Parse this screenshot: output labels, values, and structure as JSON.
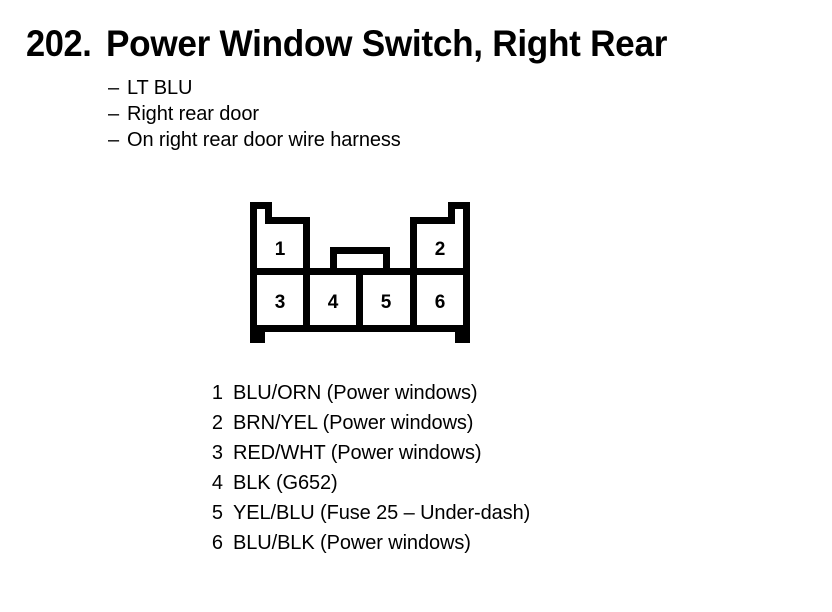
{
  "title": {
    "number": "202.",
    "text": "Power Window Switch, Right Rear"
  },
  "description_items": [
    {
      "dash": "–",
      "text": "LT BLU"
    },
    {
      "dash": "–",
      "text": "Right rear door"
    },
    {
      "dash": "–",
      "text": "On right rear door wire harness"
    }
  ],
  "connector": {
    "top_row_cells": [
      {
        "label": "1"
      },
      {
        "label": "2"
      }
    ],
    "bottom_row_cells": [
      {
        "label": "3"
      },
      {
        "label": "4"
      },
      {
        "label": "5"
      },
      {
        "label": "6"
      }
    ],
    "ink_color": "#000000"
  },
  "pin_legend": [
    {
      "pin": "1",
      "desc": "BLU/ORN (Power windows)"
    },
    {
      "pin": "2",
      "desc": "BRN/YEL (Power windows)"
    },
    {
      "pin": "3",
      "desc": "RED/WHT (Power windows)"
    },
    {
      "pin": "4",
      "desc": "BLK (G652)"
    },
    {
      "pin": "5",
      "desc": "YEL/BLU (Fuse 25 – Under-dash)"
    },
    {
      "pin": "6",
      "desc": "BLU/BLK (Power windows)"
    }
  ]
}
